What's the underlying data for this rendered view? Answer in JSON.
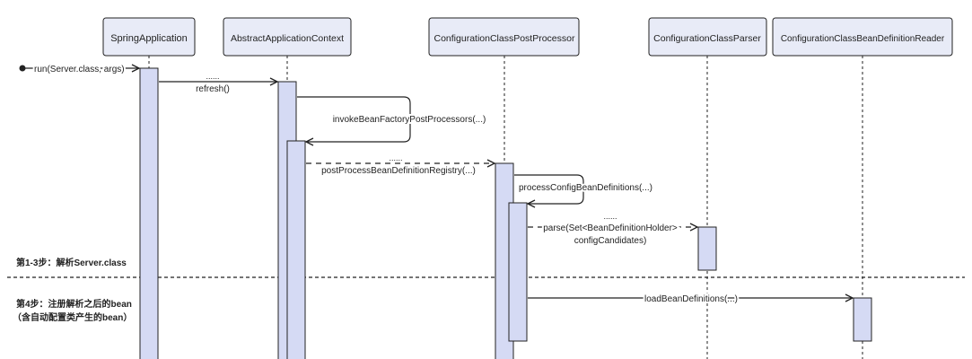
{
  "participants": [
    {
      "id": "spring_app",
      "label": "SpringApplication"
    },
    {
      "id": "abstract_ctx",
      "label": "AbstractApplicationContext"
    },
    {
      "id": "config_post",
      "label": "ConfigurationClassPostProcessor"
    },
    {
      "id": "config_parser",
      "label": "ConfigurationClassParser"
    },
    {
      "id": "bean_reader",
      "label": "ConfigurationClassBeanDefinitionReader"
    }
  ],
  "messages": {
    "run": "run(Server.class, args)",
    "refresh_dots": "......",
    "refresh": "refresh()",
    "invoke": "invokeBeanFactoryPostProcessors(...)",
    "post_dots": "......",
    "post_process": "postProcessBeanDefinitionRegistry(...)",
    "process_config": "processConfigBeanDefinitions(...)",
    "parse_dots": "......",
    "parse_line1": "parse(Set<BeanDefinitionHolder>",
    "parse_line2": "configCandidates)",
    "load": "loadBeanDefinitions(...)"
  },
  "sections": {
    "step1": "第1-3步：解析Server.class",
    "step4_line1": "第4步：注册解析之后的bean",
    "step4_line2": "（含自动配置类产生的bean）"
  },
  "colors": {
    "box_fill": "#e8ebf7",
    "activation_fill": "#d5daf4",
    "stroke": "#222222"
  }
}
